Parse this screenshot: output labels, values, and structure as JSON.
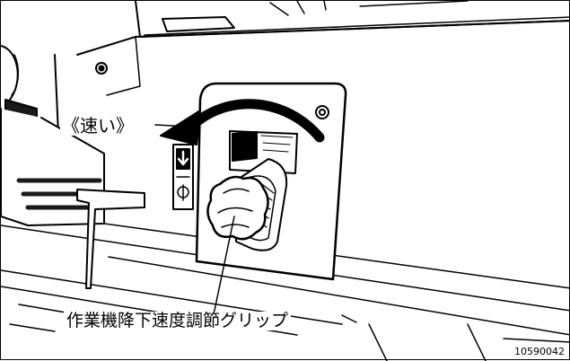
{
  "labels": {
    "fast": "《速い》",
    "grip": "作業機降下速度調節グリップ",
    "figure_id": "10590042"
  },
  "icons": {
    "lower": "down-arrow-icon",
    "lever": "lever-symbol-icon",
    "turtle": "slow-speed-icon",
    "rabbit": "fast-speed-icon"
  },
  "colors": {
    "line": "#000000",
    "panel": "#ffffff",
    "shade": "#1a1a1a"
  }
}
